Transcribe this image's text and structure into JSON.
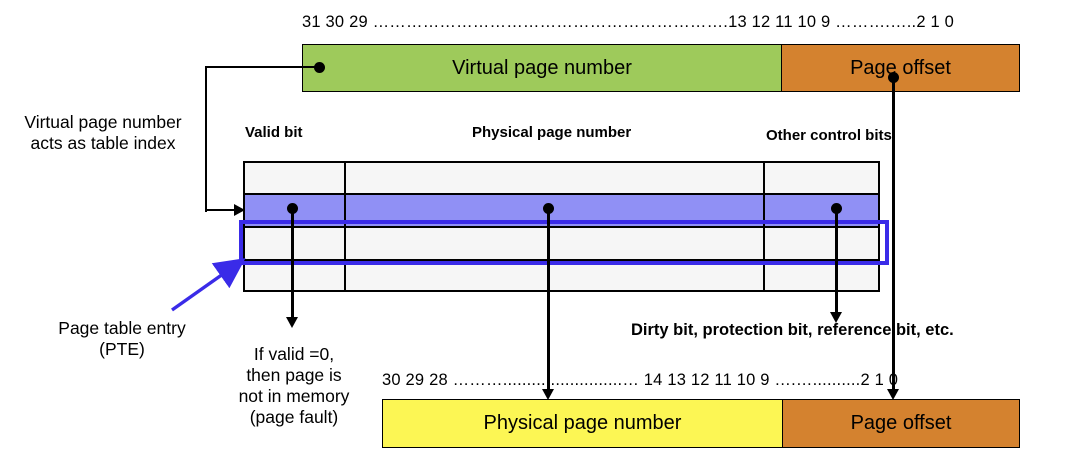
{
  "diagram": {
    "title": "Virtual to physical address translation using a page table",
    "colors": {
      "virtual_page_number": "#9ECA5B",
      "page_offset": "#D4822F",
      "physical_page_number": "#FCF654",
      "selected_entry_row": "#9090F5",
      "pte_highlight": "#3A2BE8",
      "table_fill": "#F6F6F6",
      "outline": "#000000"
    }
  },
  "virtual_address": {
    "ruler": "31 30 29 ……………………………………………………….13 12 11 10 9 ……….…..2 1 0",
    "fields": [
      {
        "label": "Virtual page number",
        "color": "#9ECA5B"
      },
      {
        "label": "Page offset",
        "color": "#D4822F"
      }
    ]
  },
  "physical_address": {
    "ruler": "30 29 28 ……….........................… 14 13 12 11 10 9 ….…..........2 1 0",
    "fields": [
      {
        "label": "Physical page number",
        "color": "#FCF654"
      },
      {
        "label": "Page offset",
        "color": "#D4822F"
      }
    ]
  },
  "page_table": {
    "column_headers": [
      "Valid bit",
      "Physical page number",
      "Other control bits"
    ],
    "rows": 4,
    "selected_row_index": 1
  },
  "annotations": {
    "index_note": "Virtual page number\nacts as table index",
    "index_note_line1": "Virtual page number",
    "index_note_line2": "acts as table index",
    "pte_note_line1": "Page table entry",
    "pte_note_line2": "(PTE)",
    "valid_note_line1": "If valid =0,",
    "valid_note_line2": "then page is",
    "valid_note_line3": "not in memory",
    "valid_note_line4": "(page fault)",
    "control_bits_note": "Dirty bit, protection bit, reference bit, etc."
  }
}
